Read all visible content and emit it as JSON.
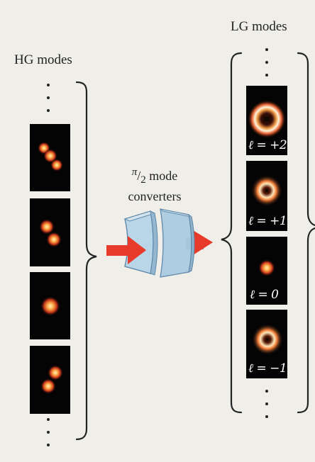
{
  "hg": {
    "title": "HG modes"
  },
  "lg": {
    "title": "LG modes",
    "labels": [
      "ℓ = +2",
      "ℓ = +1",
      "ℓ = 0",
      "ℓ = −1"
    ]
  },
  "converter": {
    "pi": "π",
    "denominator": "2",
    "line1_suffix": "mode",
    "line2": "converters"
  },
  "colors": {
    "background": "#efeee9",
    "tile": "#050404",
    "arrow": "#e83a2a",
    "plate": "#8fb9d6"
  }
}
